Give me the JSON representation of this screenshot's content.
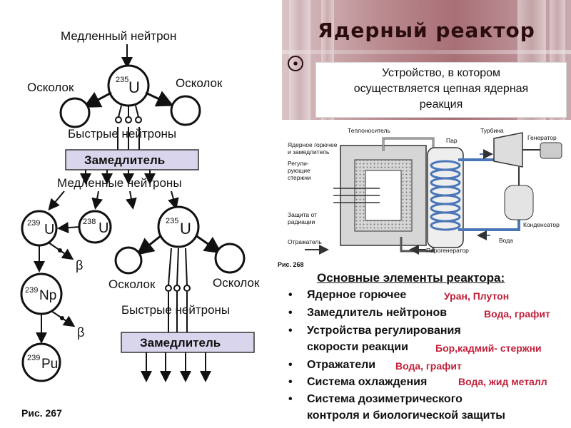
{
  "left_figure": {
    "slow_neutron_top": "Медленный нейтрон",
    "u235": "235",
    "u_symbol": "U",
    "fragment_left": "Осколок",
    "fragment_right": "Осколок",
    "fast_neutrons_1": "Быстрые нейтроны",
    "moderator_1": "Замедлитель",
    "slow_neutrons": "Медленные нейтроны",
    "u239": "239",
    "u238": "238",
    "u235_b": "235",
    "np239": "239",
    "np_symbol": "Np",
    "beta_1": "β",
    "beta_2": "β",
    "pu239": "239",
    "pu_symbol": "Pu",
    "fragment_left_2": "Осколок",
    "fragment_right_2": "Осколок",
    "fast_neutrons_2": "Быстрые нейтроны",
    "moderator_2": "Замедлитель",
    "caption": "Рис. 267"
  },
  "banner": {
    "title": "Ядерный реактор",
    "definition_line1": "Устройство, в котором",
    "definition_line2": "осуществляется цепная ядерная",
    "definition_line3": "реакция"
  },
  "reactor_figure": {
    "coolant": "Теплоноситель",
    "fuel_moderator_1": "Ядерное горючее",
    "fuel_moderator_2": "и замедлитель",
    "control_1": "Регули-",
    "control_2": "рующие",
    "control_3": "стержни",
    "shield_1": "Защита от",
    "shield_2": "радиации",
    "reflector": "Отражатель",
    "steam": "Пар",
    "turbine": "Турбина",
    "generator": "Генератор",
    "condenser": "Конденсатор",
    "water": "Вода",
    "steam_generator": "Парогенератор",
    "caption": "Рис. 268"
  },
  "elements": {
    "title": "Основные элементы реактора:",
    "items": [
      {
        "label": "Ядерное горючее",
        "answer": "Уран, Плутон"
      },
      {
        "label": "Замедлитель нейтронов",
        "answer": "Вода, графит"
      },
      {
        "label": "Устройства регулирования",
        "answer": ""
      },
      {
        "label": "скорости реакции",
        "answer": "Бор,кадмий- стержни"
      },
      {
        "label": "Отражатели",
        "answer": "Вода, графит"
      },
      {
        "label": "Система охлаждения",
        "answer": "Вода, жид металл"
      },
      {
        "label": "Система дозиметрического",
        "answer": ""
      },
      {
        "label": "контроля и биологической защиты",
        "answer": ""
      }
    ],
    "bullet": "•"
  },
  "colors": {
    "answer": "#c0203a",
    "moderator_box": "#d9d5ec",
    "banner": "#a86f76"
  }
}
